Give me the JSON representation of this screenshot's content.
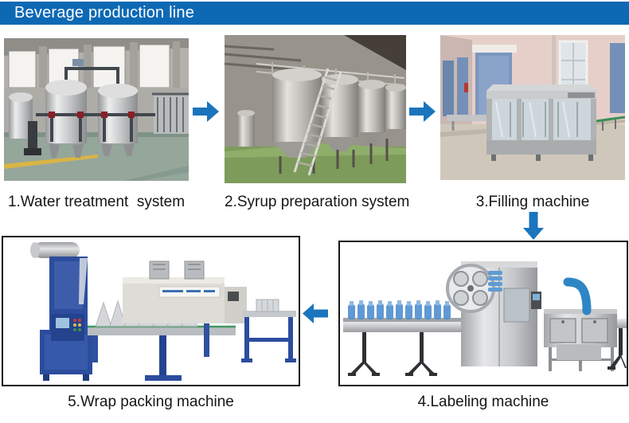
{
  "header": {
    "title": "Beverage production line",
    "bg_color": "#0e69b4",
    "text_color": "#ffffff"
  },
  "flow": {
    "arrow_color": "#1b75bc",
    "steps": [
      {
        "num": "1",
        "caption": "1.Water treatment  system",
        "photo": "water-treatment-system"
      },
      {
        "num": "2",
        "caption": "2.Syrup preparation system",
        "photo": "syrup-preparation-system"
      },
      {
        "num": "3",
        "caption": "3.Filling machine",
        "photo": "filling-machine"
      },
      {
        "num": "4",
        "caption": "4.Labeling machine",
        "photo": "labeling-machine"
      },
      {
        "num": "5",
        "caption": "5.Wrap packing machine",
        "photo": "wrap-packing-machine"
      }
    ],
    "arrows": [
      {
        "direction": "right",
        "from": "1.Water treatment  system",
        "to": "2.Syrup preparation system"
      },
      {
        "direction": "right",
        "from": "2.Syrup preparation system",
        "to": "3.Filling machine"
      },
      {
        "direction": "down",
        "from": "3.Filling machine",
        "to": "4.Labeling machine"
      },
      {
        "direction": "left",
        "from": "4.Labeling machine",
        "to": "5.Wrap packing machine"
      }
    ]
  }
}
